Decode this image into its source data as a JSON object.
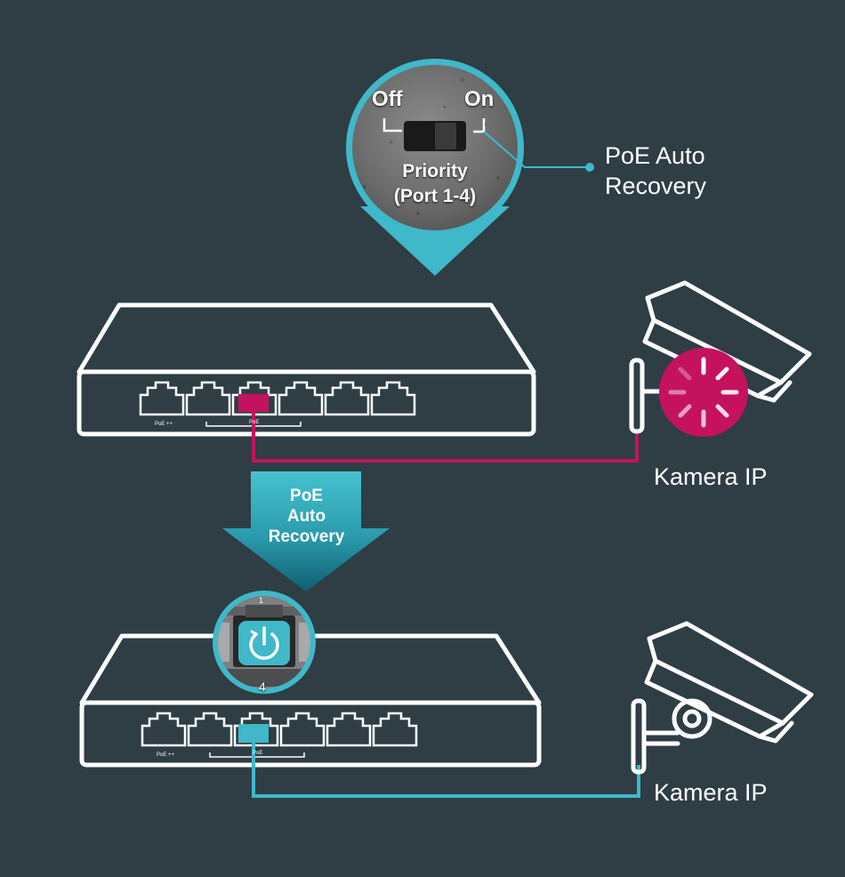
{
  "switch_label": {
    "off": "Off",
    "on": "On",
    "priority": "Priority",
    "ports": "(Port 1-4)"
  },
  "callout": {
    "line1": "PoE Auto",
    "line2": "Recovery"
  },
  "arrow": {
    "line1": "PoE",
    "line2": "Auto",
    "line3": "Recovery"
  },
  "camera_top": {
    "label": "Kamera IP"
  },
  "camera_bottom": {
    "label": "Kamera IP"
  },
  "port_zoom": {
    "top_number": "1",
    "bottom_number": "4"
  },
  "switch_front": {
    "poe_mark_top": "PoE ++",
    "poe_mark_bottom": "PoE ++",
    "center_mark_top": "PoE",
    "center_mark_bottom": "PoE"
  },
  "colors": {
    "background": "#2f3d45",
    "accent": "#3fb8c9",
    "alert": "#c5125f",
    "outline": "#ffffff"
  },
  "icons": {
    "rebooting": "loading-spinner-icon",
    "recovery": "power-restart-icon"
  }
}
